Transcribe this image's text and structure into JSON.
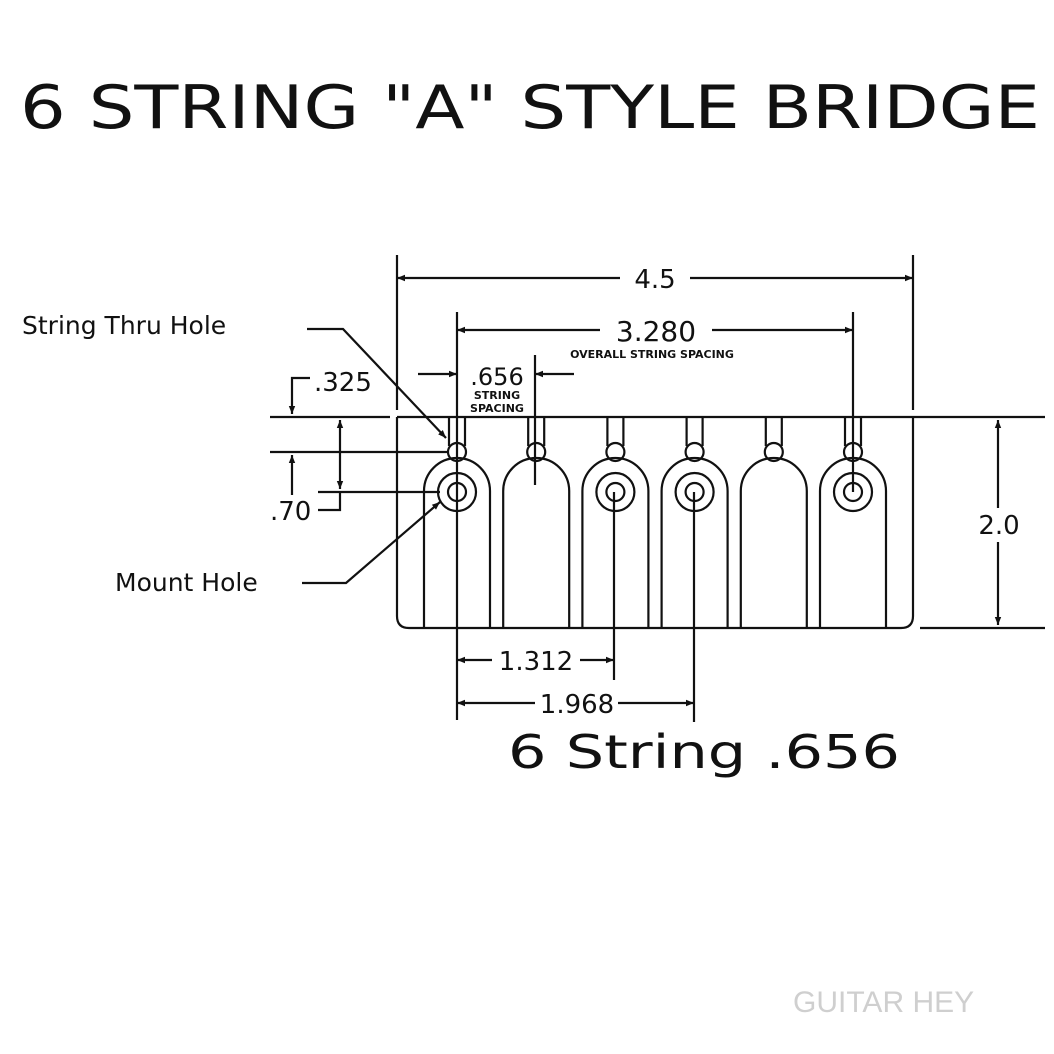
{
  "title": "6 STRING \"A\" STYLE BRIDGE",
  "labels": {
    "string_thru_hole": "String Thru Hole",
    "mount_hole": "Mount Hole",
    "overall_string_spacing": "OVERALL STRING SPACING",
    "string_spacing_1": "STRING",
    "string_spacing_2": "SPACING"
  },
  "dimensions": {
    "width": "4.5",
    "overall_spacing": "3.280",
    "string_spacing": ".656",
    "thru_hole_offset": ".325",
    "mount_hole_offset": ".70",
    "height": "2.0",
    "mount_1_3": "1.312",
    "mount_1_4": "1.968"
  },
  "subtitle": "6 String .656",
  "watermark": "GUITAR HEY",
  "strings": [
    {
      "mount_hole": true
    },
    {
      "mount_hole": false
    },
    {
      "mount_hole": true
    },
    {
      "mount_hole": true
    },
    {
      "mount_hole": false
    },
    {
      "mount_hole": true
    }
  ]
}
